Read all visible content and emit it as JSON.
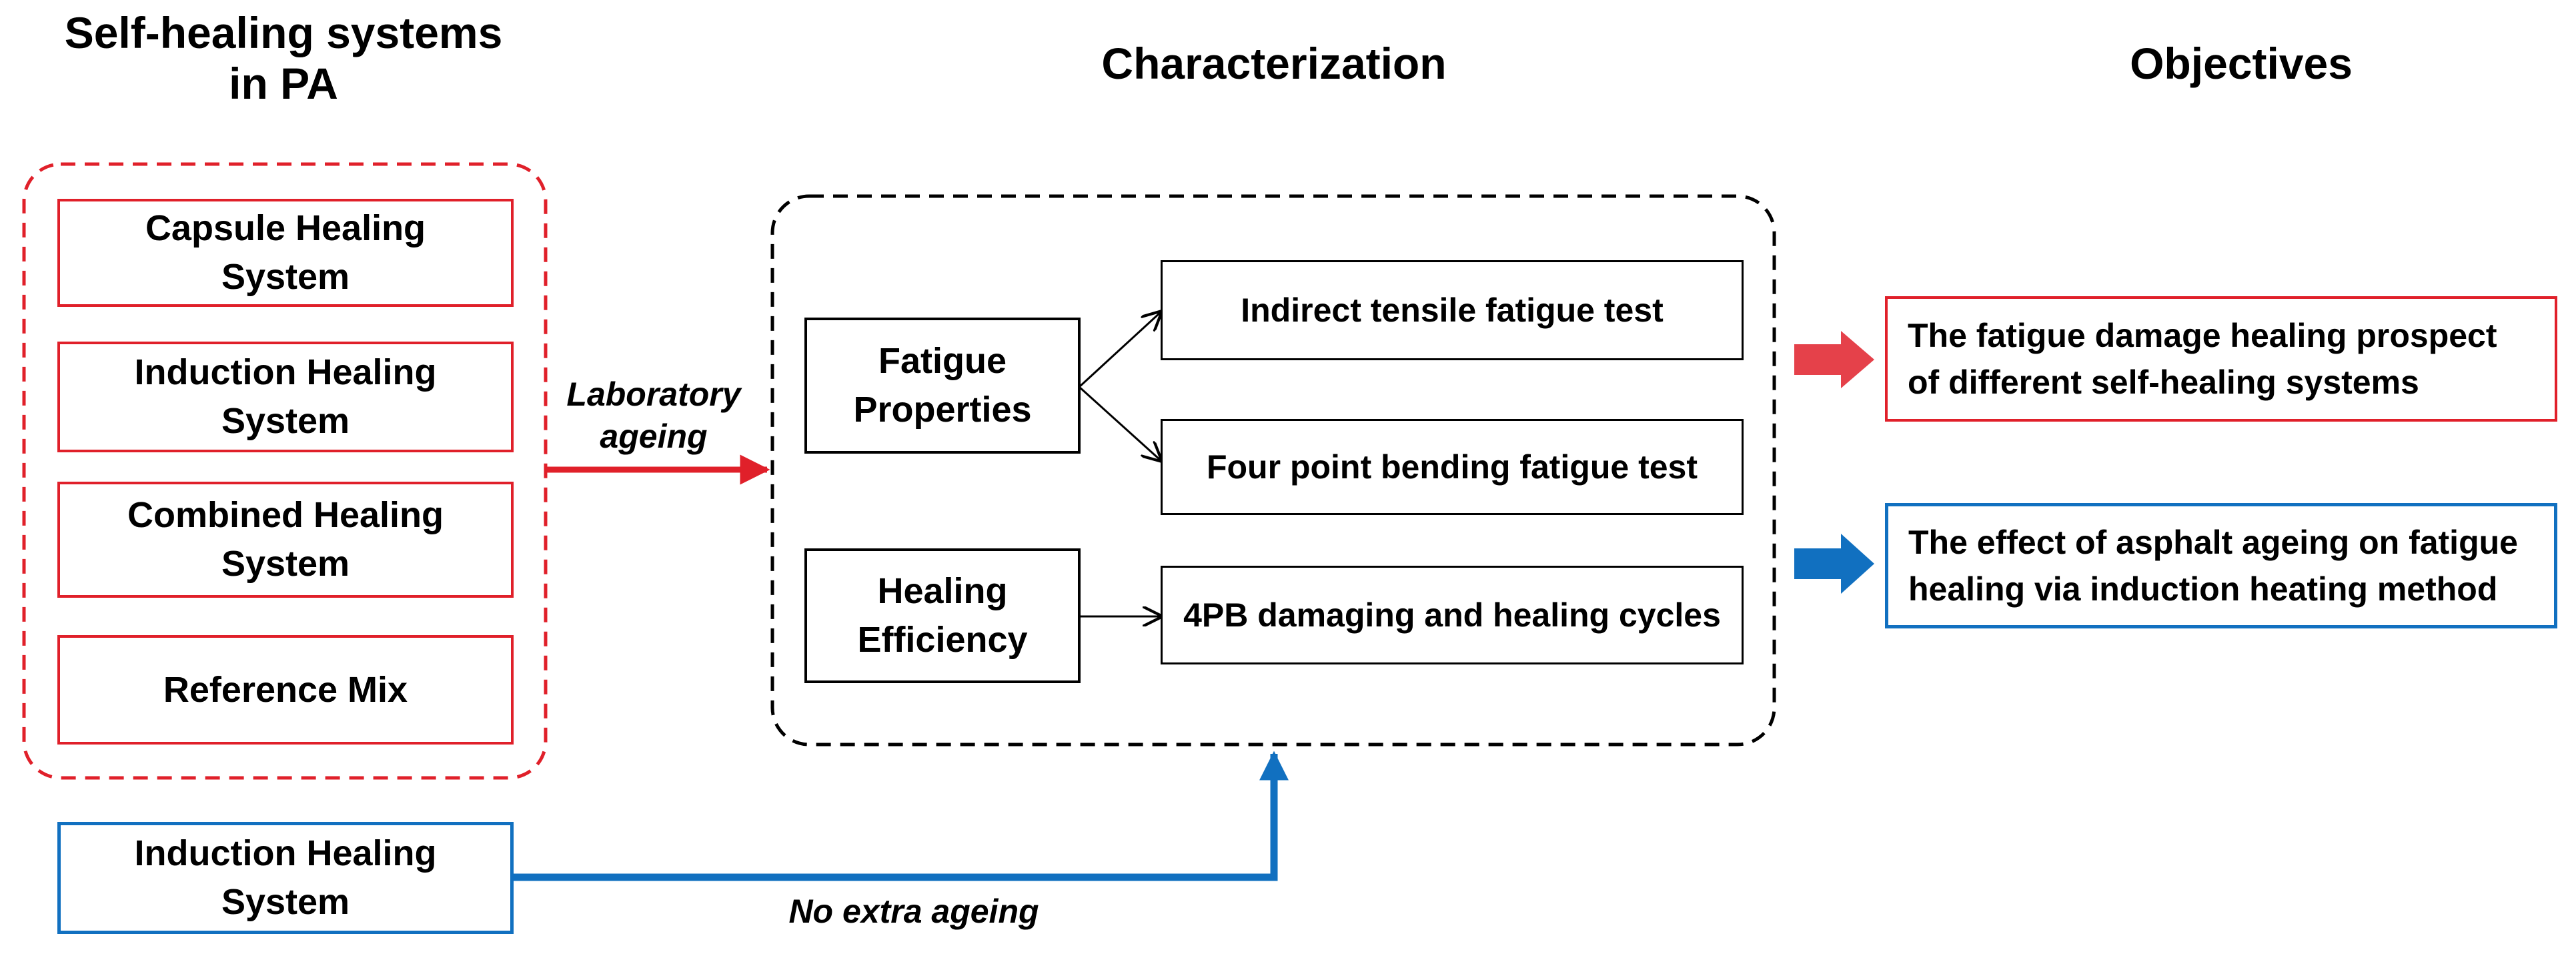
{
  "headings": {
    "systems": "Self-healing systems in PA",
    "characterization": "Characterization",
    "objectives": "Objectives"
  },
  "systems": [
    "Capsule Healing System",
    "Induction Healing System",
    "Combined Healing System",
    "Reference Mix"
  ],
  "bottom_system": "Induction Healing System",
  "arrow_labels": {
    "lab_ageing": "Laboratory ageing",
    "no_ageing": "No extra ageing"
  },
  "characterization": {
    "fatigue": "Fatigue Properties",
    "healing": "Healing Efficiency",
    "tests": {
      "indirect": "Indirect tensile fatigue test",
      "four_point": "Four point bending fatigue test",
      "cycles": "4PB damaging and healing cycles"
    }
  },
  "objectives": {
    "red": "The fatigue damage healing prospect of different self-healing systems",
    "blue": "The effect of asphalt ageing on fatigue healing via induction heating method"
  },
  "colors": {
    "red": "#e0202a",
    "blue": "#1170c0",
    "black": "#000000"
  }
}
